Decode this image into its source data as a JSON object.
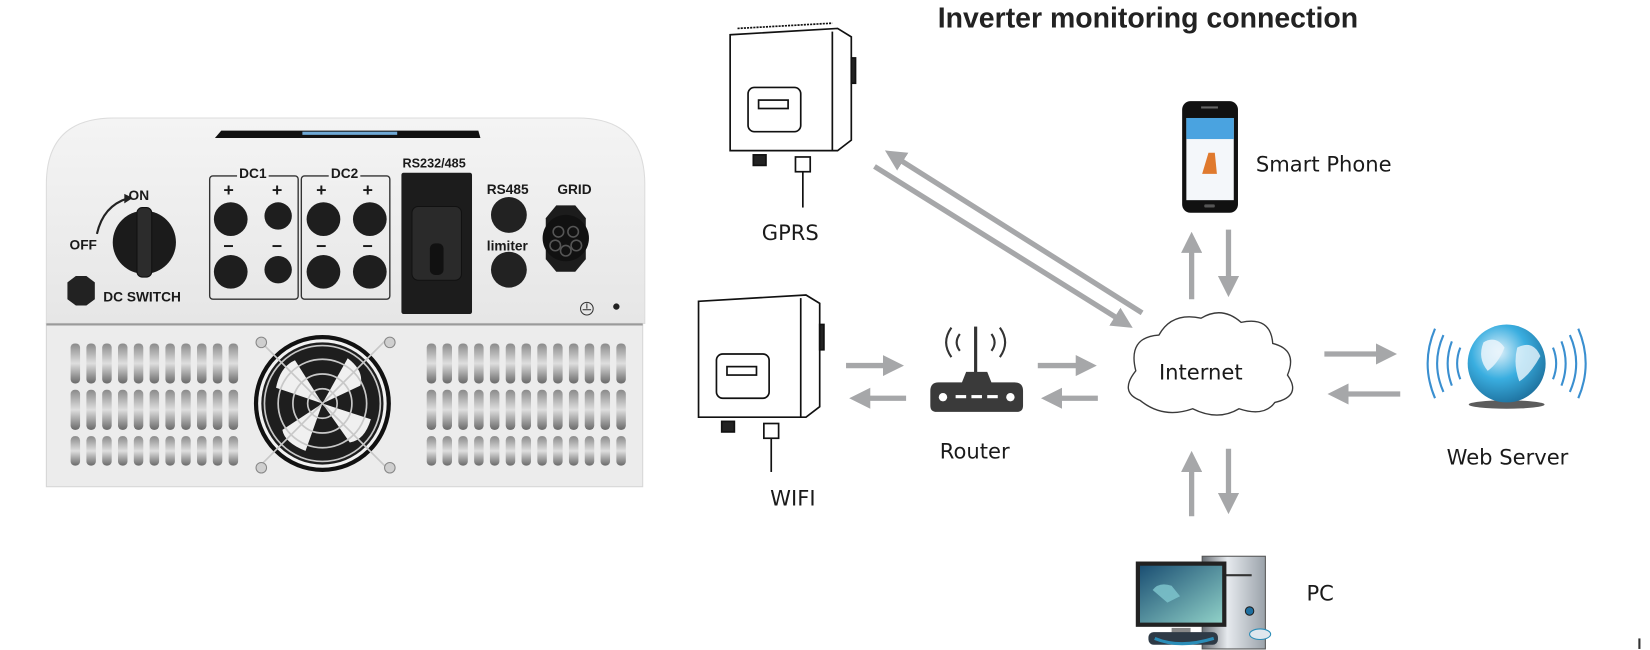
{
  "title": "Inverter monitoring connection",
  "inverter_panel": {
    "switch_on": "ON",
    "switch_off": "OFF",
    "dc_switch": "DC SWITCH",
    "dc1": "DC1",
    "dc2": "DC2",
    "rs232": "RS232/485",
    "rs485": "RS485",
    "limiter": "limiter",
    "grid": "GRID",
    "plus": "+",
    "minus": "−"
  },
  "nodes": {
    "gprs": "GPRS",
    "wifi": "WIFI",
    "router": "Router",
    "internet": "Internet",
    "smart_phone": "Smart Phone",
    "web_server": "Web Server",
    "pc": "PC"
  },
  "colors": {
    "arrow": "#a6a7a9",
    "cloud_stroke": "#3a3a3a",
    "globe_blue": "#2e9fd4",
    "wave_blue": "#3a8fd0",
    "phone_screen": "#4aa3e0",
    "phone_chart": "#e07a2e"
  }
}
